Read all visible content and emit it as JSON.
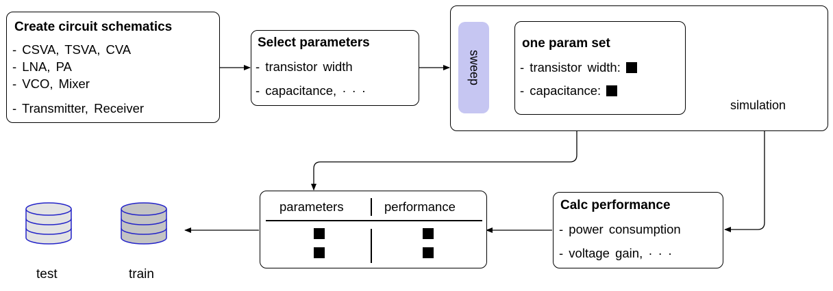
{
  "schematics": {
    "title": "Create circuit schematics",
    "items": [
      "- CSVA, TSVA, CVA",
      "- LNA, PA",
      "- VCO, Mixer",
      "- Transmitter, Receiver"
    ]
  },
  "select": {
    "title": "Select parameters",
    "items": [
      "- transistor width",
      "- capacitance, · · ·"
    ]
  },
  "sweep": {
    "label": "sweep"
  },
  "param_set": {
    "title": "one param set",
    "items": [
      "- transistor width:",
      "- capacitance:"
    ]
  },
  "simulation": {
    "label": "simulation",
    "icon": "oscilloscope-icon"
  },
  "calc": {
    "title": "Calc performance",
    "items": [
      "- power consumption",
      "- voltage gain, · · ·"
    ]
  },
  "table": {
    "headers": [
      "parameters",
      "performance"
    ]
  },
  "datasets": [
    {
      "label": "test",
      "color": "#e3e3e3",
      "icon": "database-icon"
    },
    {
      "label": "train",
      "color": "#c4c4c4",
      "icon": "database-icon"
    }
  ]
}
